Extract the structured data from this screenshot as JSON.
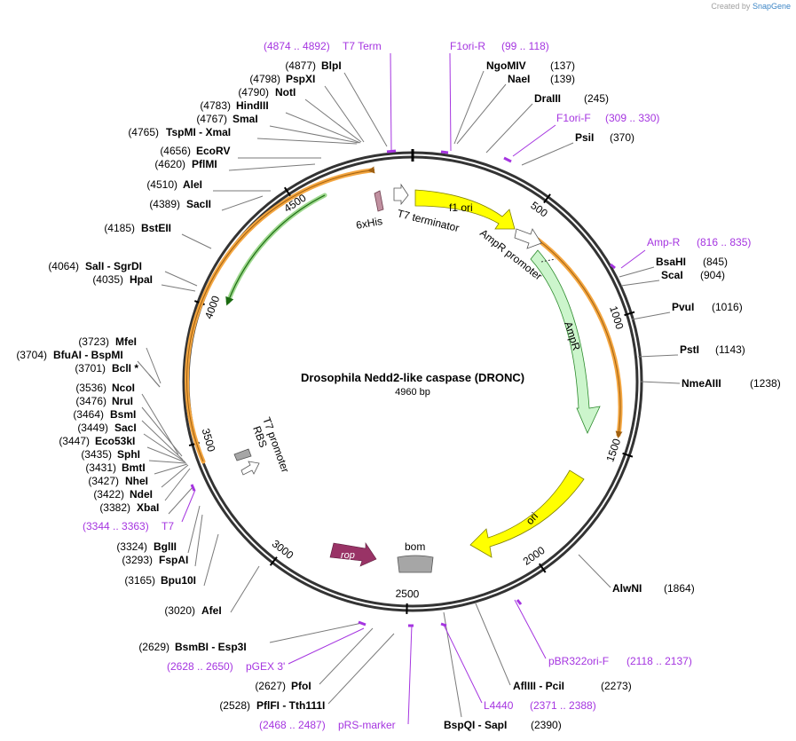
{
  "credit": {
    "prefix": "Created by",
    "brand": "SnapGene"
  },
  "map": {
    "title": "Drosophila Nedd2-like caspase (DRONC)",
    "length_label": "4960 bp",
    "total_bp": 4960
  },
  "ticks": [
    "500",
    "1000",
    "1500",
    "2000",
    "2500",
    "3000",
    "3500",
    "4000",
    "4500"
  ],
  "colors": {
    "enzyme": "#000000",
    "primer": "#a535e0",
    "f1_ori": "#ffff00",
    "ampr": "#ccf5cc",
    "ori": "#ffff00",
    "rop": "#993366",
    "bom": "#a6a6a6",
    "orf_orange": "#f4a640",
    "orf_green": "#2a8a1a"
  },
  "enzymes_right": [
    {
      "name": "NgoMIV",
      "pos": "(137)"
    },
    {
      "name": "NaeI",
      "pos": "(139)"
    },
    {
      "name": "DraIII",
      "pos": "(245)"
    },
    {
      "name": "PsiI",
      "pos": "(370)"
    },
    {
      "name": "BsaHI",
      "pos": "(845)"
    },
    {
      "name": "ScaI",
      "pos": "(904)"
    },
    {
      "name": "PvuI",
      "pos": "(1016)"
    },
    {
      "name": "PstI",
      "pos": "(1143)"
    },
    {
      "name": "NmeAIII",
      "pos": "(1238)"
    },
    {
      "name": "AlwNI",
      "pos": "(1864)"
    },
    {
      "name": "AflIII - PciI",
      "pos": "(2273)"
    },
    {
      "name": "BspQI - SapI",
      "pos": "(2390)"
    }
  ],
  "enzymes_left": [
    {
      "pos": "(4877)",
      "name": "BlpI"
    },
    {
      "pos": "(4798)",
      "name": "PspXI"
    },
    {
      "pos": "(4790)",
      "name": "NotI"
    },
    {
      "pos": "(4783)",
      "name": "HindIII"
    },
    {
      "pos": "(4767)",
      "name": "SmaI"
    },
    {
      "pos": "(4765)",
      "name": "TspMI - XmaI"
    },
    {
      "pos": "(4656)",
      "name": "EcoRV"
    },
    {
      "pos": "(4620)",
      "name": "PflMI"
    },
    {
      "pos": "(4510)",
      "name": "AleI"
    },
    {
      "pos": "(4389)",
      "name": "SacII"
    },
    {
      "pos": "(4185)",
      "name": "BstEII"
    },
    {
      "pos": "(4064)",
      "name": "SalI - SgrDI"
    },
    {
      "pos": "(4035)",
      "name": "HpaI"
    },
    {
      "pos": "(3723)",
      "name": "MfeI"
    },
    {
      "pos": "(3704)",
      "name": "BfuAI - BspMI"
    },
    {
      "pos": "(3701)",
      "name": "BclI *"
    },
    {
      "pos": "(3536)",
      "name": "NcoI"
    },
    {
      "pos": "(3476)",
      "name": "NruI"
    },
    {
      "pos": "(3464)",
      "name": "BsmI"
    },
    {
      "pos": "(3449)",
      "name": "SacI"
    },
    {
      "pos": "(3447)",
      "name": "Eco53kI"
    },
    {
      "pos": "(3435)",
      "name": "SphI"
    },
    {
      "pos": "(3431)",
      "name": "BmtI"
    },
    {
      "pos": "(3427)",
      "name": "NheI"
    },
    {
      "pos": "(3422)",
      "name": "NdeI"
    },
    {
      "pos": "(3382)",
      "name": "XbaI"
    },
    {
      "pos": "(3324)",
      "name": "BglII"
    },
    {
      "pos": "(3293)",
      "name": "FspAI"
    },
    {
      "pos": "(3165)",
      "name": "Bpu10I"
    },
    {
      "pos": "(3020)",
      "name": "AfeI"
    },
    {
      "pos": "(2629)",
      "name": "BsmBI - Esp3I"
    },
    {
      "pos": "(2627)",
      "name": "PfoI"
    },
    {
      "pos": "(2528)",
      "name": "PflFI - Tth111I"
    }
  ],
  "primers": [
    {
      "range": "(4874 .. 4892)",
      "name": "T7 Term"
    },
    {
      "name": "F1ori-R",
      "range": "(99 .. 118)"
    },
    {
      "name": "F1ori-F",
      "range": "(309 .. 330)"
    },
    {
      "name": "Amp-R",
      "range": "(816 .. 835)"
    },
    {
      "name": "pBR322ori-F",
      "range": "(2118 .. 2137)"
    },
    {
      "name": "L4440",
      "range": "(2371 .. 2388)"
    },
    {
      "range": "(2468 .. 2487)",
      "name": "pRS-marker"
    },
    {
      "range": "(2628 .. 2650)",
      "name": "pGEX 3'"
    },
    {
      "range": "(3344 .. 3363)",
      "name": "T7"
    }
  ],
  "features": {
    "f1_ori": "f1 ori",
    "ampr_promoter": "AmpR promoter",
    "ampr": "AmpR",
    "ori": "ori",
    "rop": "rop",
    "bom": "bom",
    "t7_terminator": "T7 terminator",
    "his_tag": "6xHis",
    "t7_promoter": "T7 promoter",
    "rbs": "RBS"
  }
}
